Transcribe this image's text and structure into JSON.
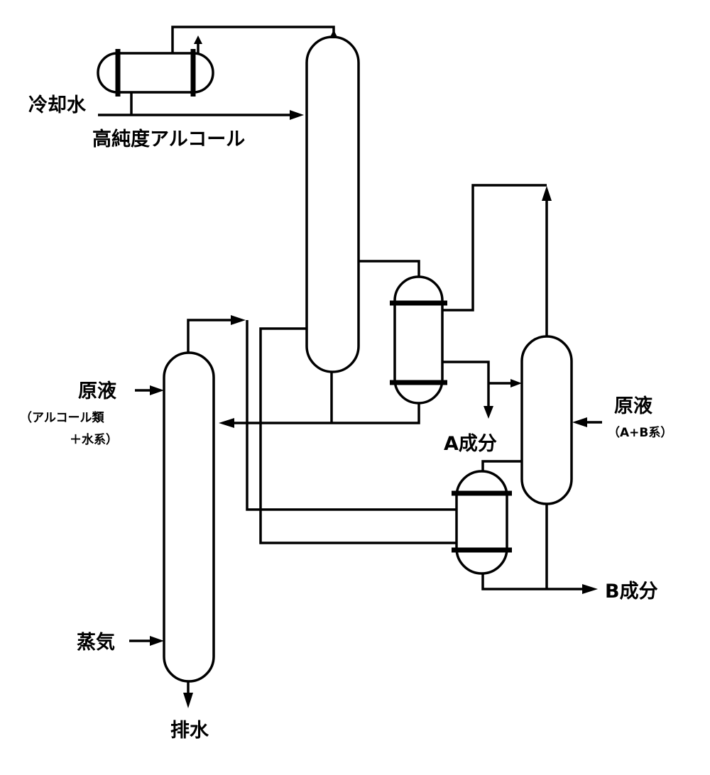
{
  "labels": {
    "cooling_water": "冷却水",
    "high_purity_alcohol": "高純度アルコール",
    "raw_liquid_left": "原液",
    "raw_liquid_left_note_1": "（アルコール類",
    "raw_liquid_left_note_2": "＋水系）",
    "steam": "蒸気",
    "drain": "排水",
    "component_a": "A成分",
    "raw_liquid_right": "原液",
    "raw_liquid_right_note": "（A+B系）",
    "component_b": "B成分"
  }
}
